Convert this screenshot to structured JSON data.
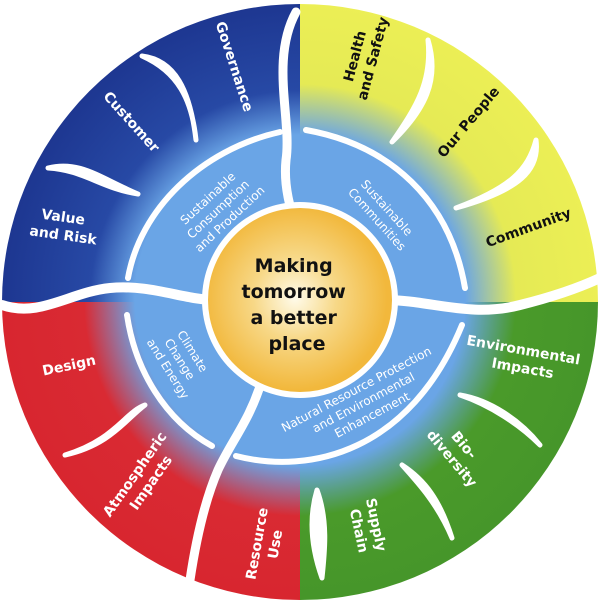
{
  "center": {
    "lines": [
      "Making",
      "tomorrow",
      "a better",
      "place"
    ]
  },
  "inner_ring": {
    "sustainable_consumption": [
      "Sustainable",
      "Consumption",
      "and Production"
    ],
    "sustainable_communities": [
      "Sustainable",
      "Communities"
    ],
    "climate_change": [
      "Climate",
      "Change",
      "and Energy"
    ],
    "natural_resource": [
      "Natural Resource Protection",
      "and Environmental",
      "Enhancement"
    ]
  },
  "outer_ring": {
    "governance": [
      "Governance"
    ],
    "customer": [
      "Customer"
    ],
    "value_risk": [
      "Value",
      "and Risk"
    ],
    "health_safety": [
      "Health",
      "and Safety"
    ],
    "our_people": [
      "Our People"
    ],
    "community": [
      "Community"
    ],
    "design": [
      "Design"
    ],
    "atmospheric": [
      "Atmospheric",
      "Impacts"
    ],
    "environmental": [
      "Environmental",
      "Impacts"
    ],
    "biodiversity": [
      "Bio-",
      "diversity"
    ],
    "supply_chain": [
      "Supply",
      "Chain"
    ],
    "resource_use": [
      "Resource",
      "Use"
    ]
  },
  "colors": {
    "blue_dark": "#1f3a93",
    "blue_light": "#6aa5e6",
    "yellow": "#e9ec52",
    "red": "#d9262e",
    "green": "#4a9a2a",
    "orange": "#f2b93f"
  }
}
